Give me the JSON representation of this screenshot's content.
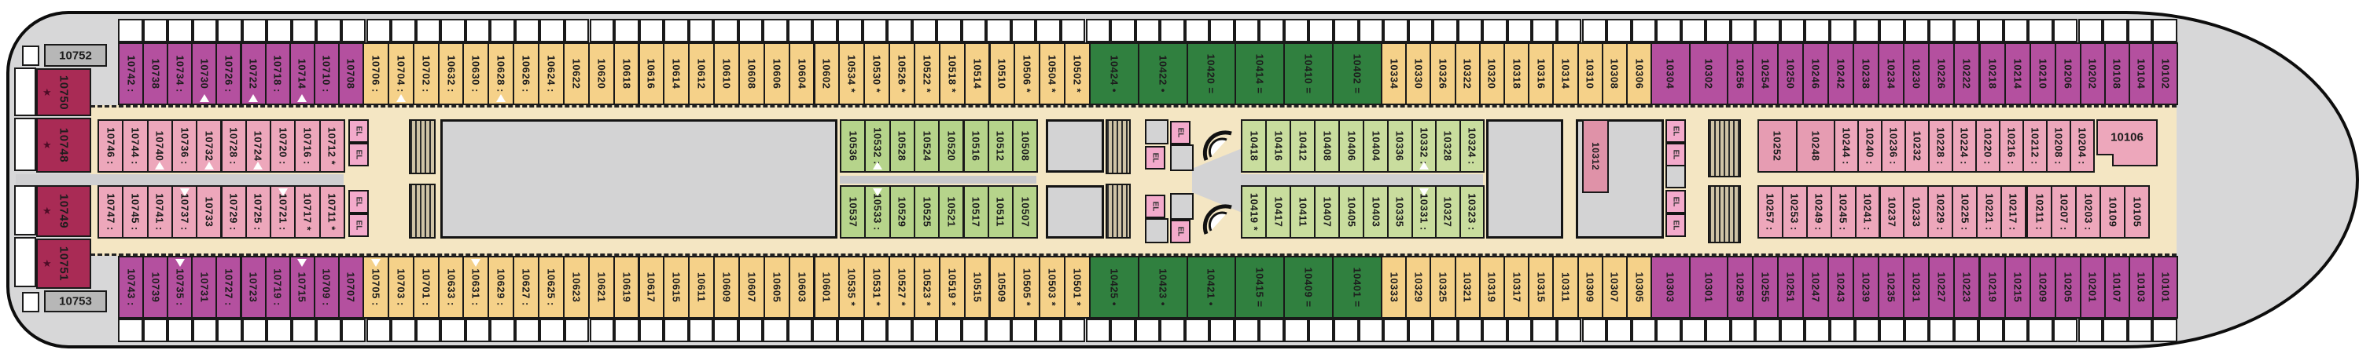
{
  "deck_plan": {
    "description_labels": {
      "elevator": "EL",
      "star_mark": "★"
    },
    "colors": {
      "mag": "#b4509f",
      "yel": "#f5d189",
      "dgrn": "#30803f",
      "grn1": "#b6d48b",
      "grn2": "#c9dd9e",
      "pnk": "#eda7bb",
      "pnk2": "#e69cb2",
      "rose": "#df92a8",
      "suite": "#a92b55",
      "graycab": "#b7b7b7",
      "corridor": "#f4e6c3",
      "deck": "#d7d7d8",
      "open": "#d3d3d4",
      "elv": "#f3aacb"
    },
    "special": {
      "c10752": "10752",
      "c10750": "10750",
      "c10748": "10748",
      "c10749": "10749",
      "c10751": "10751",
      "c10753": "10753",
      "c10312": "10312",
      "c10106": "10106",
      "el": "EL",
      "star": "★"
    },
    "rows": {
      "outer_top": {
        "aft_magenta": [
          [
            "10742",
            ":"
          ],
          [
            "10738",
            ""
          ],
          [
            "10734",
            ":"
          ],
          [
            "10730",
            "",
            "t"
          ],
          [
            "10726",
            ":"
          ],
          [
            "10722",
            "",
            "t"
          ],
          [
            "10718",
            ":"
          ],
          [
            "10714",
            "",
            "t"
          ],
          [
            "10710",
            ":"
          ],
          [
            "10708",
            ""
          ]
        ],
        "mid_yellow": [
          [
            "10706",
            ":"
          ],
          [
            "10704",
            ":",
            "t"
          ],
          [
            "10702",
            ":"
          ],
          [
            "10632",
            ":"
          ],
          [
            "10630",
            ":"
          ],
          [
            "10628",
            ":",
            "t"
          ],
          [
            "10626",
            ":"
          ],
          [
            "10624",
            ":"
          ],
          [
            "10622",
            ""
          ],
          [
            "10620",
            ""
          ],
          [
            "10618",
            ""
          ],
          [
            "10616",
            ""
          ],
          [
            "10614",
            ""
          ],
          [
            "10612",
            ""
          ],
          [
            "10610",
            ""
          ],
          [
            "10608",
            ""
          ],
          [
            "10606",
            ""
          ],
          [
            "10604",
            ""
          ],
          [
            "10602",
            ""
          ],
          [
            "10534",
            "*"
          ],
          [
            "10530",
            "*"
          ],
          [
            "10526",
            "*"
          ],
          [
            "10522",
            "*"
          ],
          [
            "10518",
            "*"
          ],
          [
            "10514",
            ""
          ],
          [
            "10510",
            ""
          ],
          [
            "10506",
            "*"
          ],
          [
            "10504",
            "*"
          ],
          [
            "10502",
            "*"
          ]
        ],
        "green": [
          [
            "10424",
            "•"
          ],
          [
            "10422",
            "•"
          ],
          [
            "10420",
            "="
          ],
          [
            "10414",
            "="
          ],
          [
            "10410",
            "="
          ],
          [
            "10402",
            "="
          ]
        ],
        "fwd_yellow": [
          [
            "10334",
            ""
          ],
          [
            "10330",
            ""
          ],
          [
            "10326",
            ""
          ],
          [
            "10322",
            ""
          ],
          [
            "10320",
            ""
          ],
          [
            "10318",
            ""
          ],
          [
            "10316",
            ""
          ],
          [
            "10314",
            ""
          ],
          [
            "10310",
            ""
          ],
          [
            "10308",
            ""
          ],
          [
            "10306",
            ""
          ]
        ],
        "fwd_mag_wide": [
          [
            "10304",
            ""
          ],
          [
            "10302",
            ""
          ]
        ],
        "fwd_magenta": [
          [
            "10256",
            ""
          ],
          [
            "10254",
            ""
          ],
          [
            "10250",
            ""
          ],
          [
            "10246",
            ""
          ],
          [
            "10242",
            ""
          ],
          [
            "10238",
            ""
          ],
          [
            "10234",
            ""
          ],
          [
            "10230",
            ""
          ],
          [
            "10226",
            ""
          ],
          [
            "10222",
            ""
          ],
          [
            "10218",
            ""
          ],
          [
            "10214",
            ""
          ],
          [
            "10210",
            ""
          ],
          [
            "10206",
            ""
          ]
        ],
        "bow_magenta": [
          [
            "10202",
            ""
          ],
          [
            "10108",
            ""
          ],
          [
            "10104",
            ""
          ],
          [
            "10102",
            ""
          ]
        ]
      },
      "outer_bottom": {
        "aft_magenta": [
          [
            "10743",
            ":"
          ],
          [
            "10739",
            ""
          ],
          [
            "10735",
            ":",
            "t"
          ],
          [
            "10731",
            ""
          ],
          [
            "10727",
            ":"
          ],
          [
            "10723",
            ""
          ],
          [
            "10719",
            ":"
          ],
          [
            "10715",
            "",
            "t"
          ],
          [
            "10709",
            ":"
          ],
          [
            "10707",
            ""
          ]
        ],
        "mid_yellow": [
          [
            "10705",
            ":",
            "t"
          ],
          [
            "10703",
            ":"
          ],
          [
            "10701",
            ":"
          ],
          [
            "10633",
            ":"
          ],
          [
            "10631",
            ":",
            "t"
          ],
          [
            "10629",
            ":"
          ],
          [
            "10627",
            ":"
          ],
          [
            "10625",
            ":"
          ],
          [
            "10623",
            ""
          ],
          [
            "10621",
            ""
          ],
          [
            "10619",
            ""
          ],
          [
            "10617",
            ""
          ],
          [
            "10615",
            ""
          ],
          [
            "10611",
            ""
          ],
          [
            "10609",
            ""
          ],
          [
            "10607",
            ""
          ],
          [
            "10605",
            ""
          ],
          [
            "10603",
            ""
          ],
          [
            "10601",
            ""
          ],
          [
            "10535",
            "*"
          ],
          [
            "10531",
            "*"
          ],
          [
            "10527",
            "*"
          ],
          [
            "10523",
            "*"
          ],
          [
            "10519",
            "*"
          ],
          [
            "10515",
            ""
          ],
          [
            "10509",
            ""
          ],
          [
            "10505",
            "*"
          ],
          [
            "10503",
            "*"
          ],
          [
            "10501",
            "*"
          ]
        ],
        "green": [
          [
            "10425",
            "•"
          ],
          [
            "10423",
            "•"
          ],
          [
            "10421",
            "•"
          ],
          [
            "10415",
            "="
          ],
          [
            "10409",
            "="
          ],
          [
            "10401",
            "="
          ]
        ],
        "fwd_yellow": [
          [
            "10333",
            ""
          ],
          [
            "10329",
            ""
          ],
          [
            "10325",
            ""
          ],
          [
            "10321",
            ""
          ],
          [
            "10319",
            ""
          ],
          [
            "10317",
            ""
          ],
          [
            "10315",
            ""
          ],
          [
            "10311",
            ""
          ],
          [
            "10309",
            ""
          ],
          [
            "10307",
            ""
          ],
          [
            "10305",
            ""
          ]
        ],
        "fwd_mag_wide": [
          [
            "10303",
            ""
          ],
          [
            "10301",
            ""
          ]
        ],
        "fwd_magenta": [
          [
            "10259",
            ""
          ],
          [
            "10255",
            ""
          ],
          [
            "10251",
            ""
          ],
          [
            "10247",
            ""
          ],
          [
            "10243",
            ""
          ],
          [
            "10239",
            ""
          ],
          [
            "10235",
            ""
          ],
          [
            "10231",
            ""
          ],
          [
            "10227",
            ""
          ],
          [
            "10223",
            ""
          ],
          [
            "10219",
            ""
          ],
          [
            "10215",
            ""
          ],
          [
            "10209",
            ""
          ],
          [
            "10205",
            ""
          ]
        ],
        "bow_magenta": [
          [
            "10201",
            ""
          ],
          [
            "10107",
            ""
          ],
          [
            "10103",
            ""
          ],
          [
            "10101",
            ""
          ]
        ]
      },
      "inner_top": {
        "aft_pink": [
          [
            "10746",
            ":"
          ],
          [
            "10744",
            ":"
          ],
          [
            "10740",
            "",
            "t"
          ],
          [
            "10736",
            ":"
          ],
          [
            "10732",
            "",
            "t"
          ],
          [
            "10728",
            ":"
          ],
          [
            "10724",
            "",
            "t"
          ],
          [
            "10720",
            ":"
          ],
          [
            "10716",
            ":"
          ],
          [
            "10712",
            "*"
          ]
        ],
        "mid_green": [
          [
            "10536",
            ""
          ],
          [
            "10532",
            ":",
            "t"
          ],
          [
            "10528",
            ""
          ],
          [
            "10524",
            ""
          ],
          [
            "10520",
            ""
          ],
          [
            "10516",
            ""
          ],
          [
            "10512",
            ""
          ],
          [
            "10508",
            ""
          ]
        ],
        "ctr_green": [
          [
            "10418",
            ""
          ],
          [
            "10416",
            ""
          ],
          [
            "10412",
            ""
          ],
          [
            "10408",
            ""
          ],
          [
            "10406",
            ""
          ],
          [
            "10404",
            ""
          ]
        ],
        "fwd_green": [
          [
            "10336",
            ""
          ],
          [
            "10332",
            ":",
            "t"
          ],
          [
            "10328",
            ""
          ],
          [
            "10324",
            ":"
          ]
        ],
        "fwd_pink_wide": [
          [
            "10252",
            ""
          ],
          [
            "10248",
            ""
          ]
        ],
        "fwd_pink": [
          [
            "10244",
            ":"
          ],
          [
            "10240",
            ":"
          ],
          [
            "10236",
            ":"
          ],
          [
            "10232",
            ""
          ],
          [
            "10228",
            ":"
          ],
          [
            "10224",
            ":"
          ],
          [
            "10220",
            ":"
          ],
          [
            "10216",
            ":"
          ],
          [
            "10212",
            ":"
          ],
          [
            "10208",
            ":"
          ],
          [
            "10204",
            ":"
          ]
        ]
      },
      "inner_bottom": {
        "aft_pink": [
          [
            "10747",
            ":"
          ],
          [
            "10745",
            ":"
          ],
          [
            "10741",
            ":"
          ],
          [
            "10737",
            ":",
            "t"
          ],
          [
            "10733",
            ""
          ],
          [
            "10729",
            ":"
          ],
          [
            "10725",
            ":"
          ],
          [
            "10721",
            ":",
            "t"
          ],
          [
            "10717",
            "*"
          ],
          [
            "10711",
            "*"
          ]
        ],
        "mid_green": [
          [
            "10537",
            ""
          ],
          [
            "10533",
            ":",
            "t"
          ],
          [
            "10529",
            ""
          ],
          [
            "10525",
            ""
          ],
          [
            "10521",
            ""
          ],
          [
            "10517",
            ""
          ],
          [
            "10511",
            ""
          ],
          [
            "10507",
            ""
          ]
        ],
        "ctr_green": [
          [
            "10419",
            "*"
          ],
          [
            "10417",
            ""
          ],
          [
            "10411",
            ""
          ],
          [
            "10407",
            ""
          ],
          [
            "10405",
            ""
          ],
          [
            "10403",
            ""
          ]
        ],
        "fwd_green": [
          [
            "10335",
            ""
          ],
          [
            "10331",
            ":",
            "t"
          ],
          [
            "10327",
            ""
          ],
          [
            "10323",
            ":"
          ]
        ],
        "fwd_pink": [
          [
            "10257",
            ":"
          ],
          [
            "10253",
            ":"
          ],
          [
            "10249",
            ":"
          ],
          [
            "10245",
            ":"
          ],
          [
            "10241",
            ":"
          ],
          [
            "10237",
            ""
          ],
          [
            "10233",
            ""
          ],
          [
            "10229",
            ":"
          ],
          [
            "10225",
            ":"
          ],
          [
            "10221",
            ":"
          ],
          [
            "10217",
            ":"
          ]
        ],
        "fwd_pink2": [
          [
            "10211",
            ":"
          ],
          [
            "10207",
            ":"
          ],
          [
            "10203",
            ":"
          ]
        ],
        "bow_pink": [
          [
            "10109",
            ""
          ],
          [
            "10105",
            ""
          ]
        ]
      }
    }
  }
}
